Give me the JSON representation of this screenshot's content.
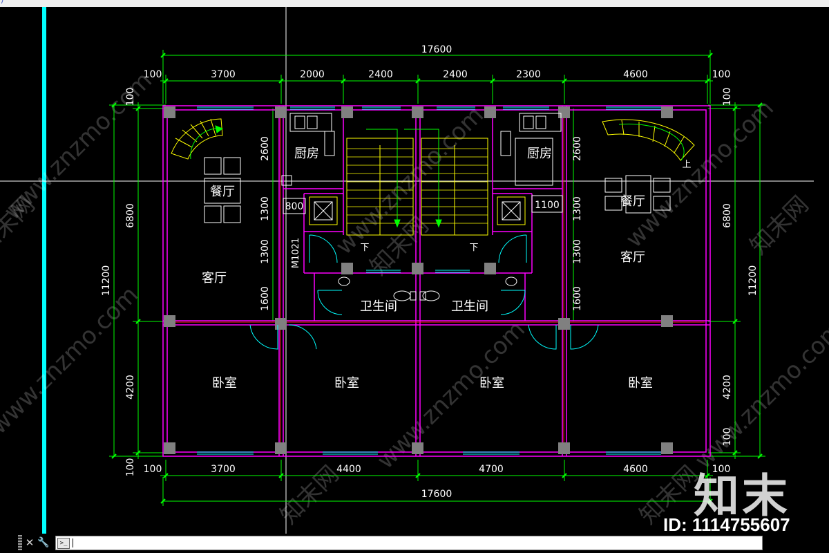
{
  "titlebar": {
    "text": "/"
  },
  "plan": {
    "overall_dims": {
      "top": "17600",
      "bottom": "17600",
      "left": "11200",
      "right": "11200"
    },
    "top_dims": [
      "100",
      "3700",
      "2000",
      "2400",
      "2400",
      "2300",
      "4600",
      "100"
    ],
    "bottom_dims": [
      "100",
      "3700",
      "4400",
      "4700",
      "4600",
      "100"
    ],
    "left_dims": [
      "100",
      "6800",
      "4200",
      "100"
    ],
    "right_dims": [
      "100",
      "6800",
      "4200",
      "100"
    ],
    "inner_dims_left": [
      "2600",
      "1300",
      "1300",
      "1600"
    ],
    "inner_dims_right": [
      "2600",
      "1300",
      "1300",
      "1600"
    ],
    "small_dims": {
      "left": "800",
      "right": "1100"
    },
    "door_tag": "M1021",
    "rooms": {
      "kitchen_left": "厨房",
      "kitchen_right": "厨房",
      "dining_left": "餐厅",
      "dining_right": "餐厅",
      "living_left": "客厅",
      "living_right": "客厅",
      "bath_left": "卫生间",
      "bath_right": "卫生间",
      "bedroom_1": "卧室",
      "bedroom_2": "卧室",
      "bedroom_3": "卧室",
      "bedroom_4": "卧室"
    },
    "stair_down_left": "下",
    "stair_down_right": "下",
    "stair_up_right": "上"
  },
  "watermark": {
    "site": "www.znzmo.com",
    "brand": "知末网",
    "logo": "知末",
    "id": "ID: 1114755607"
  },
  "command_line": {
    "placeholder": "",
    "behind_text": ""
  },
  "colors": {
    "wall": "#ff00ff",
    "dimension": "#00ff00",
    "column": "#808080",
    "window": "#00ffff",
    "stair": "#ffff00",
    "text": "#ffffff"
  }
}
